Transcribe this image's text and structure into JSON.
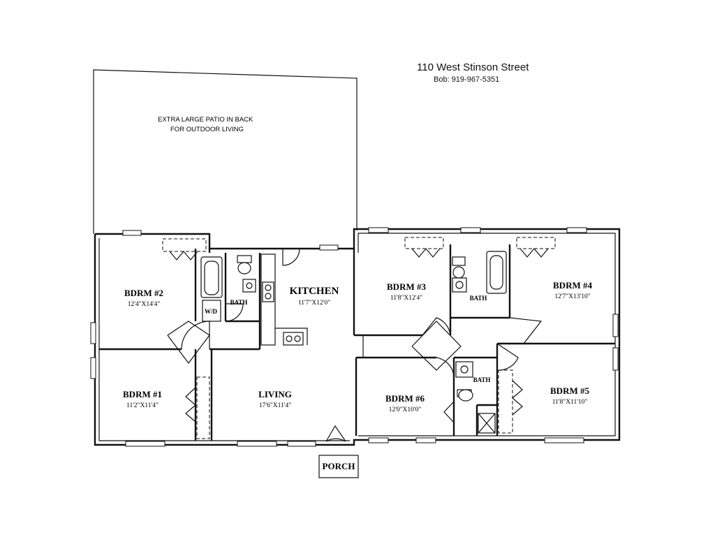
{
  "header": {
    "address": "110 West Stinson Street",
    "contact": "Bob: 919-967-5351"
  },
  "patio": {
    "line1": "EXTRA LARGE PATIO IN BACK",
    "line2": "FOR OUTDOOR LIVING"
  },
  "rooms": {
    "bdrm2": {
      "name": "BDRM #2",
      "dims": "12'4\"X14'4\""
    },
    "bdrm1": {
      "name": "BDRM #1",
      "dims": "11'2\"X11'4\""
    },
    "kitchen": {
      "name": "KITCHEN",
      "dims": "11'7\"X12'0\""
    },
    "living": {
      "name": "LIVING",
      "dims": "17'6\"X11'4\""
    },
    "bdrm3": {
      "name": "BDRM #3",
      "dims": "11'8\"X12'4\""
    },
    "bdrm4": {
      "name": "BDRM #4",
      "dims": "12'7\"X13'10\""
    },
    "bdrm6": {
      "name": "BDRM #6",
      "dims": "12'0\"X10'0\""
    },
    "bdrm5": {
      "name": "BDRM #5",
      "dims": "11'8\"X11'10\""
    }
  },
  "labels": {
    "bath_left": "BATH",
    "bath_right": "BATH",
    "bath_small": "BATH",
    "wd": "W/D",
    "porch": "PORCH"
  }
}
